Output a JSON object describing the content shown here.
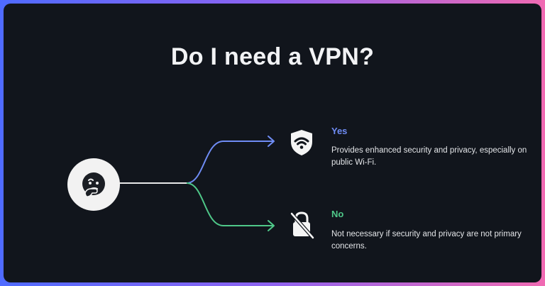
{
  "title": "Do I need a VPN?",
  "options": {
    "yes": {
      "label": "Yes",
      "description": "Provides enhanced security and privacy, especially on public Wi-Fi.",
      "color": "#6f8cf4",
      "icon": "shield-wifi-icon"
    },
    "no": {
      "label": "No",
      "description": "Not necessary if security and privacy are not primary concerns.",
      "color": "#4fc889",
      "icon": "unlocked-padlock-slash-icon"
    }
  },
  "question_icon": "thinking-face-icon",
  "colors": {
    "background": "#11151c",
    "border_gradient": [
      "#4f6bff",
      "#f06ab2"
    ],
    "text": "#f2f3f5"
  }
}
